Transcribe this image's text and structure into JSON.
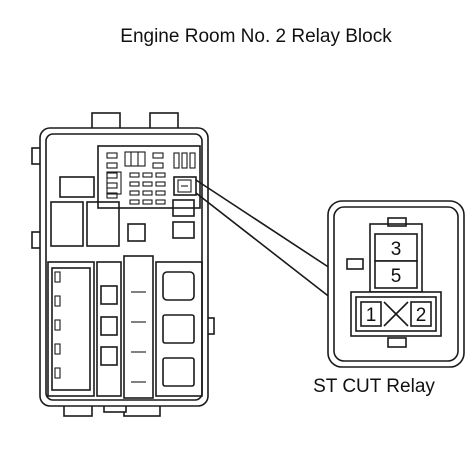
{
  "diagram": {
    "title": "Engine Room No. 2 Relay Block",
    "callout_label": "ST CUT Relay",
    "pins": {
      "top": "3",
      "middle": "5",
      "left": "1",
      "right": "2"
    }
  }
}
